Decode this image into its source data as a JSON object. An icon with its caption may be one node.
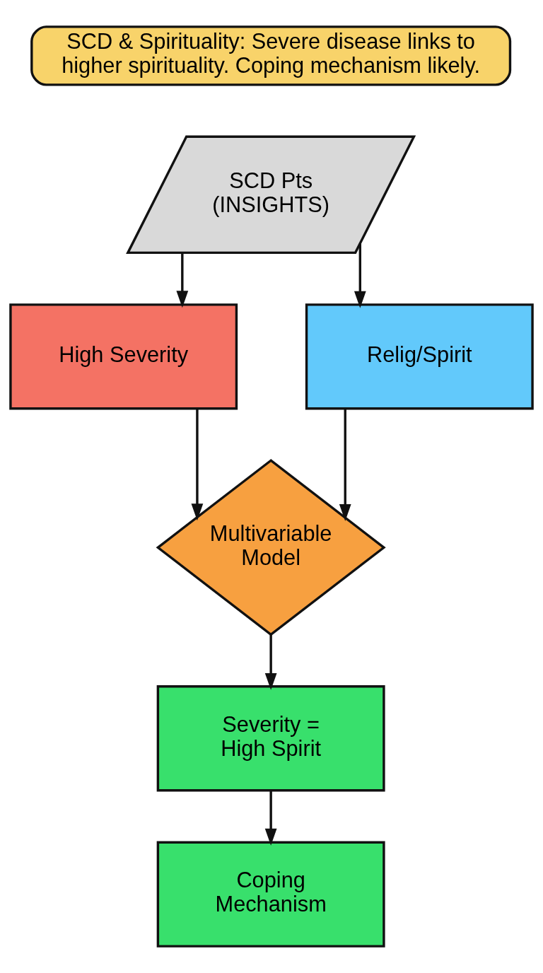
{
  "diagram": {
    "nodes": [
      {
        "text": [
          "SCD & Spirituality: Severe disease links to higher spirituality. Coping mechanism likely."
        ]
      },
      {
        "text": [
          "SCD Pts (INSIGHTS)"
        ]
      },
      {
        "text": [
          "High Severity"
        ]
      },
      {
        "text": [
          "Relig/Spirit"
        ]
      },
      {
        "text": [
          "Multivariable Model"
        ]
      },
      {
        "text": [
          "Severity = High Spirit"
        ]
      },
      {
        "text": [
          "Coping Mechanism"
        ]
      }
    ],
    "edges": [
      {
        "from": 1,
        "to": 2,
        "arrow": "to"
      },
      {
        "from": 1,
        "to": 3,
        "arrow": "to"
      },
      {
        "from": 2,
        "to": 4,
        "arrow": "to"
      },
      {
        "from": 3,
        "to": 4,
        "arrow": "to"
      },
      {
        "from": 4,
        "to": 5,
        "arrow": "to"
      },
      {
        "from": 5,
        "to": 6,
        "arrow": "to"
      }
    ]
  }
}
